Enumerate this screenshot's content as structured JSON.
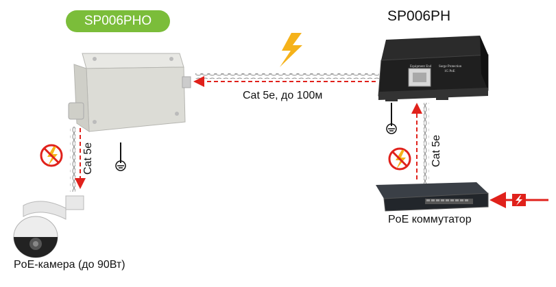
{
  "devices": {
    "outdoor_unit": {
      "name": "SP006PHO",
      "badge_color": "#7bbd3a"
    },
    "indoor_unit": {
      "name": "SP006PH",
      "port_label": "Equipment End",
      "port_label2": "Surge Protection",
      "port_label3": "1G PoE"
    },
    "camera": {
      "label": "PoE-камера (до 90Вт)"
    },
    "switch": {
      "label": "PoE коммутатор"
    }
  },
  "cables": {
    "main": {
      "label": "Cat 5e, до 100м"
    },
    "camera_link": {
      "label": "Cat 5e"
    },
    "switch_link": {
      "label": "Cat 5e"
    }
  },
  "colors": {
    "arrow": "#e0211b",
    "lightning": "#f5b21a",
    "accent": "#7bbd3a"
  },
  "icons": [
    "lightning-icon",
    "no-lightning-icon",
    "ground-icon",
    "surge-icon"
  ]
}
